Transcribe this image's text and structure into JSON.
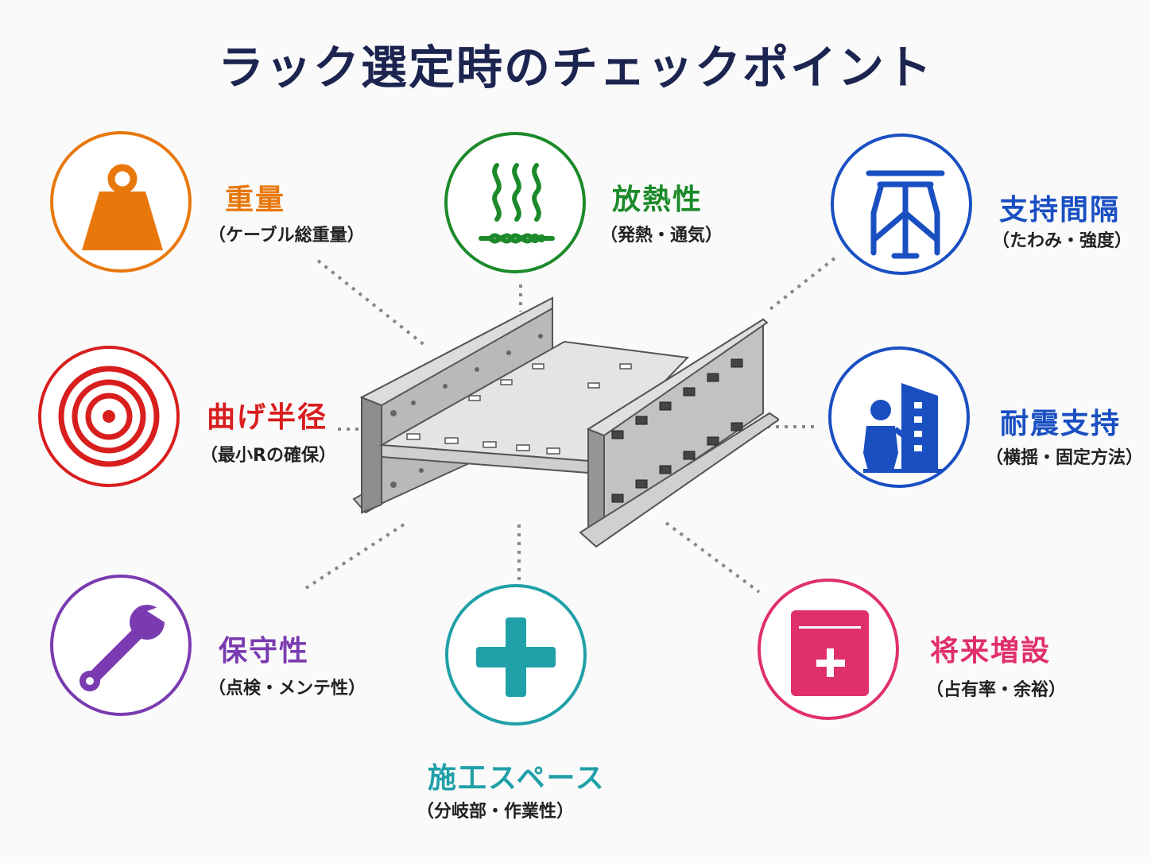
{
  "title": "ラック選定時のチェックポイント",
  "colors": {
    "weight": "#e8780c",
    "heat": "#1c8a2a",
    "support": "#1a4fc2",
    "bend": "#d91e1e",
    "seismic": "#1a4fc2",
    "maint": "#7a3bb0",
    "space": "#20a0a8",
    "future": "#e0306a",
    "title": "#1c2450"
  },
  "items": {
    "weight": {
      "label": "重量",
      "sub": "（ケーブル総重量）",
      "icon": "weight-icon"
    },
    "heat": {
      "label": "放熱性",
      "sub": "（発熱・通気）",
      "icon": "heat-waves-icon"
    },
    "support": {
      "label": "支持間隔",
      "sub": "（たわみ・強度）",
      "icon": "support-stand-icon"
    },
    "bend": {
      "label": "曲げ半径",
      "sub": "（最小Rの確保）",
      "icon": "concentric-circles-icon"
    },
    "seismic": {
      "label": "耐震支持",
      "sub": "（横揺・固定方法）",
      "icon": "building-worker-icon"
    },
    "maint": {
      "label": "保守性",
      "sub": "（点検・メンテ性）",
      "icon": "wrench-icon"
    },
    "space": {
      "label": "施工スペース",
      "sub": "（分岐部・作業性）",
      "icon": "plus-icon"
    },
    "future": {
      "label": "将来増設",
      "sub": "（占有率・余裕）",
      "icon": "add-box-icon"
    }
  }
}
